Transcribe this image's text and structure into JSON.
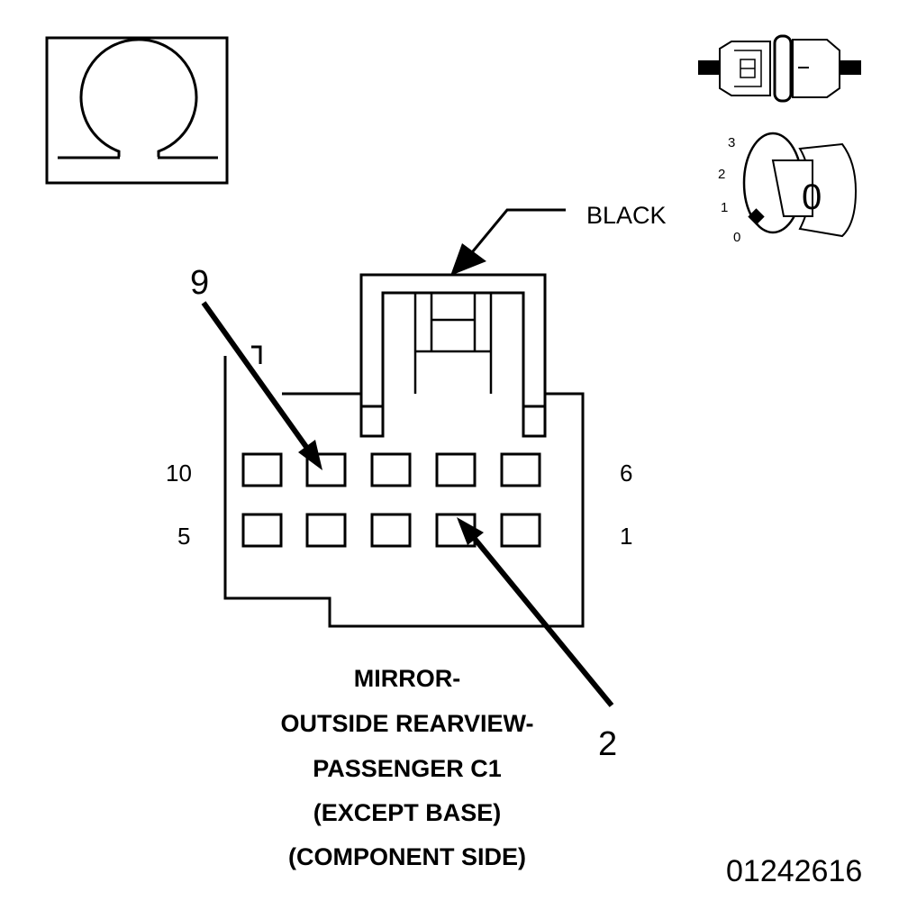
{
  "connector": {
    "color_label": "BLACK",
    "callout_top": "9",
    "callout_bottom": "2",
    "pin_labels": {
      "top_left": "10",
      "top_right": "6",
      "bottom_left": "5",
      "bottom_right": "1"
    }
  },
  "title_lines": [
    "MIRROR-",
    "OUTSIDE REARVIEW-",
    "PASSENGER C1",
    "(EXCEPT BASE)",
    "(COMPONENT SIDE)"
  ],
  "ignition": {
    "positions": [
      "3",
      "2",
      "1",
      "0"
    ],
    "key_label": "0"
  },
  "doc_id": "01242616",
  "icons": {
    "meter": "ohm-meter-icon",
    "connector": "disconnected-connector-icon",
    "ignition": "ignition-switch-icon"
  }
}
